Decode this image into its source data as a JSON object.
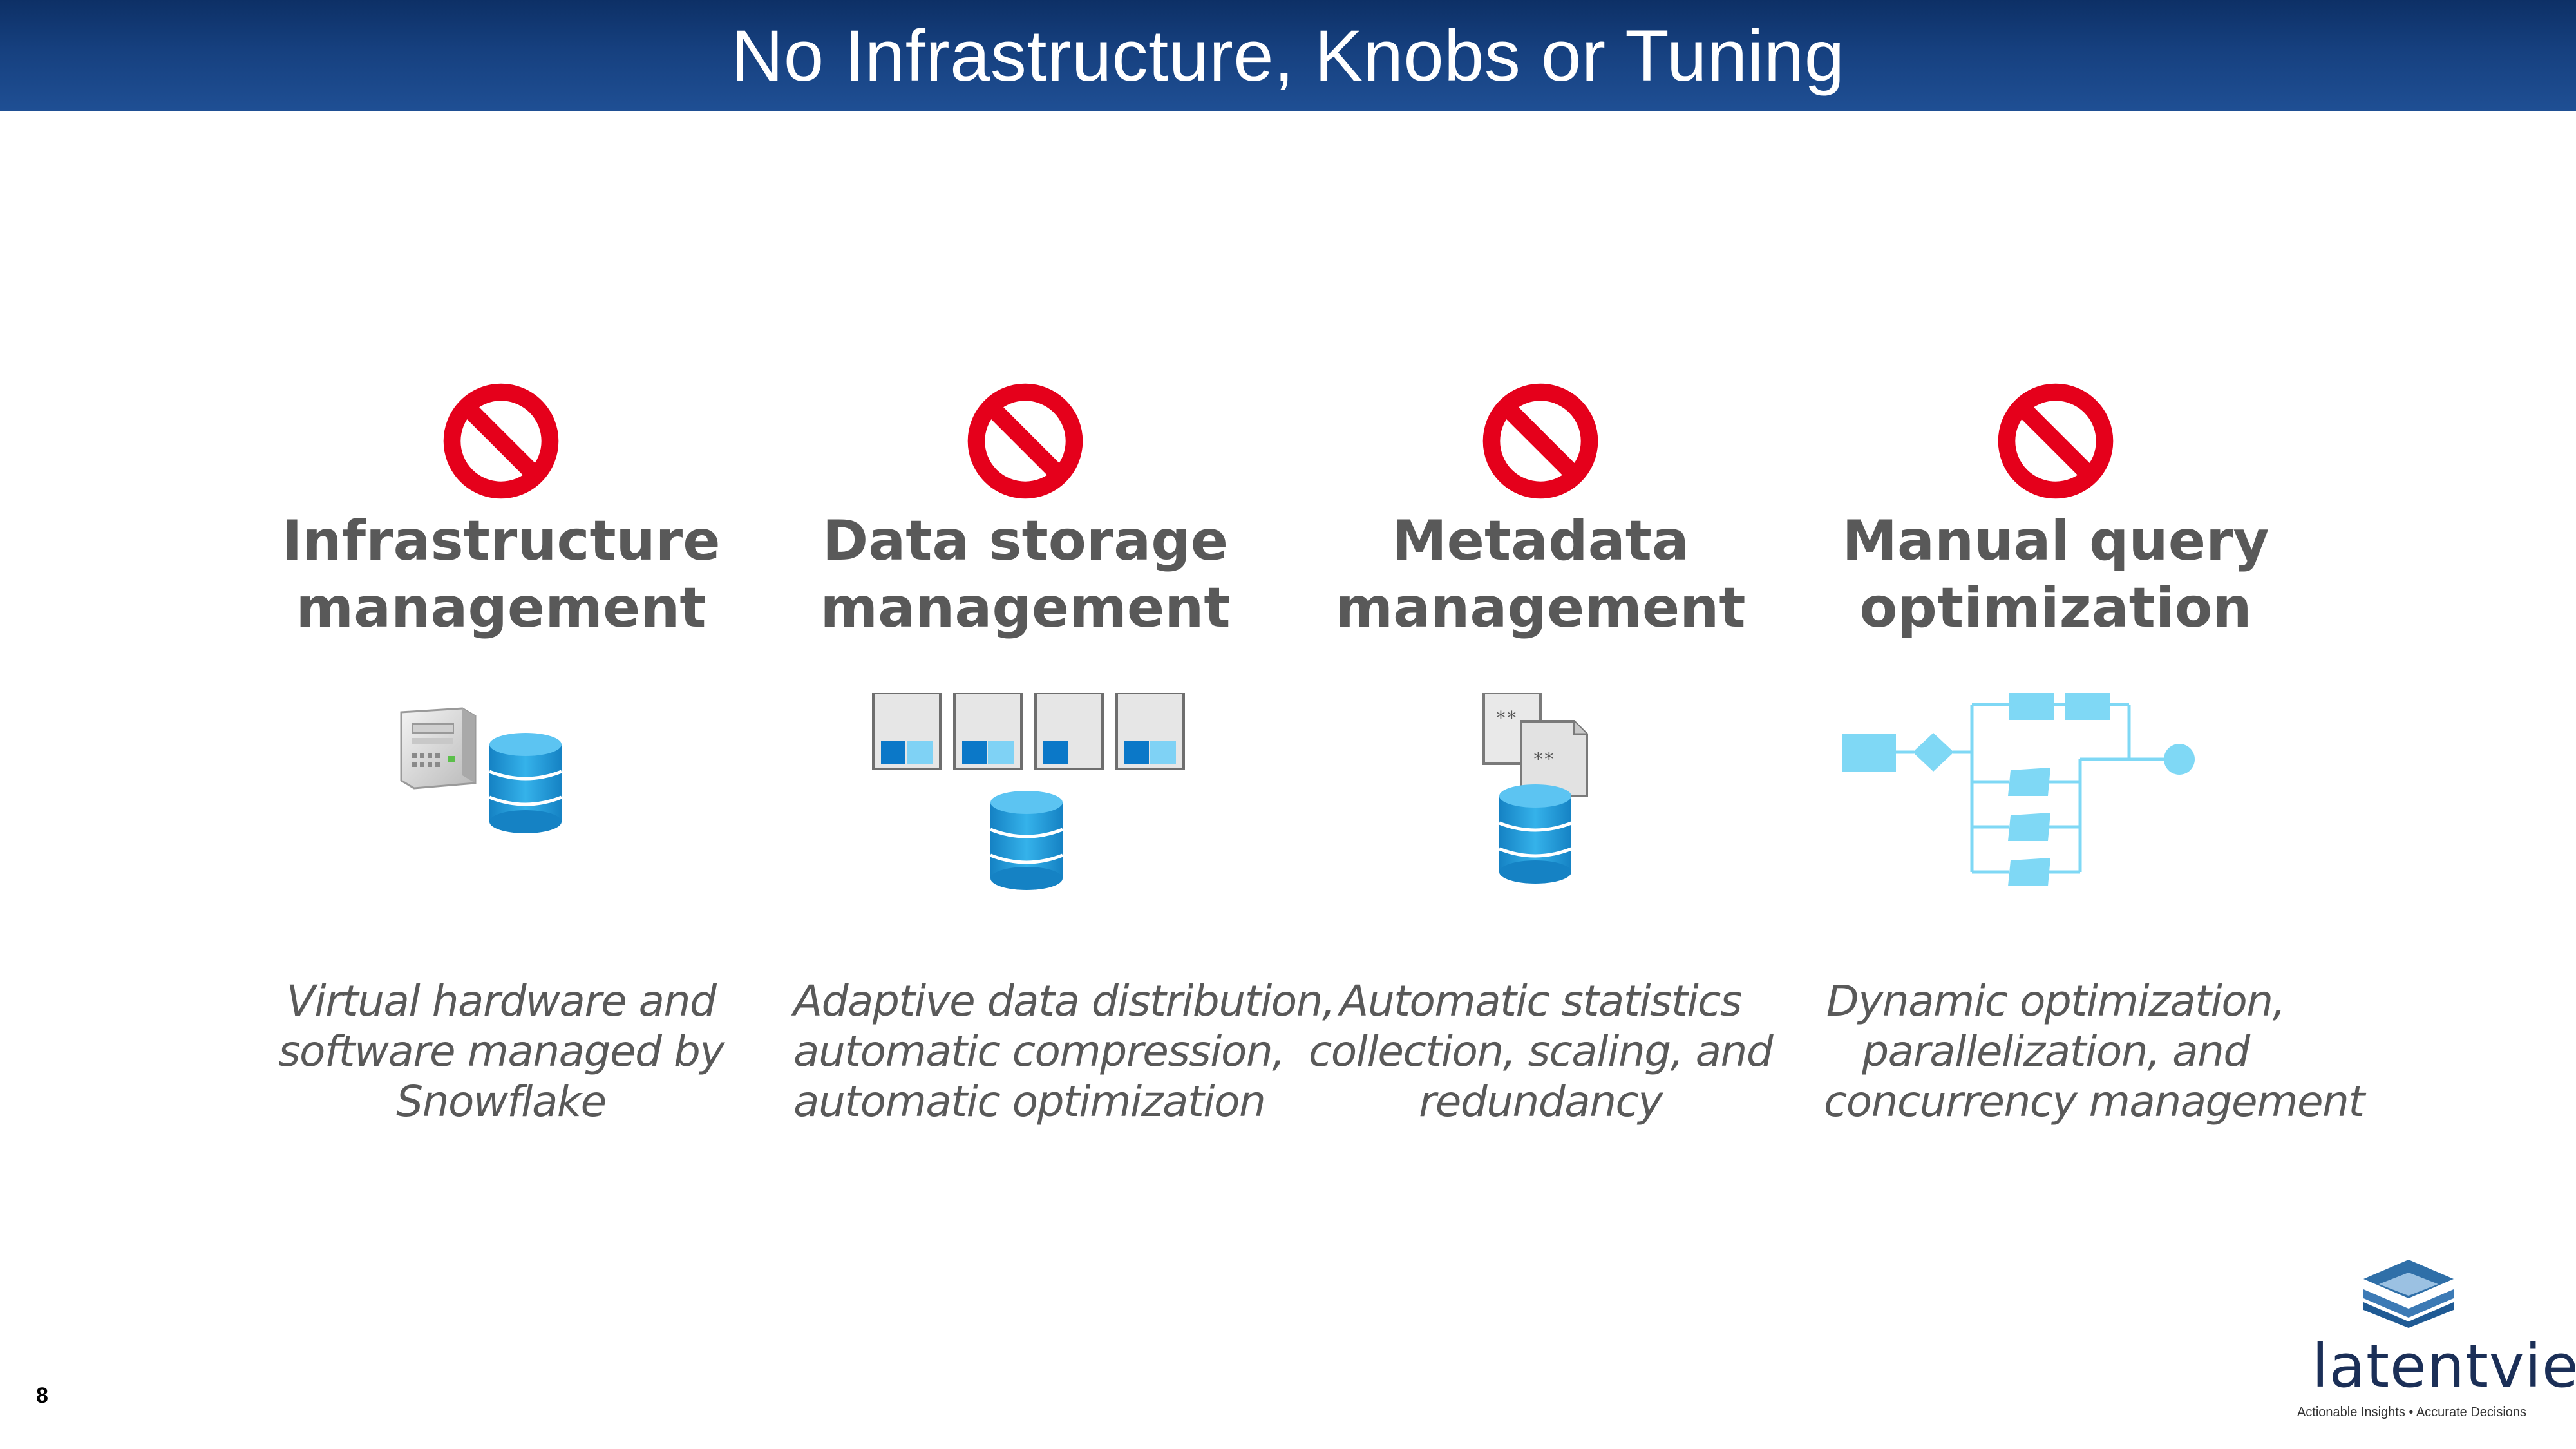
{
  "slide": {
    "title": "No Infrastructure, Knobs or Tuning",
    "page_number": "8"
  },
  "columns": [
    {
      "heading": [
        "Infrastructure",
        "management"
      ],
      "description": [
        "Virtual hardware and",
        "software managed by",
        "Snowflake"
      ],
      "icons": [
        "no-entry-icon",
        "server-icon",
        "database-icon"
      ]
    },
    {
      "heading": [
        "Data storage",
        "management"
      ],
      "description": [
        "Adaptive data distribution,",
        "automatic compression,",
        "automatic optimization"
      ],
      "icons": [
        "no-entry-icon",
        "storage-block-icon",
        "database-icon"
      ]
    },
    {
      "heading": [
        "Metadata",
        "management"
      ],
      "description": [
        "Automatic statistics",
        "collection, scaling, and",
        "redundancy"
      ],
      "icons": [
        "no-entry-icon",
        "document-icon",
        "database-icon"
      ]
    },
    {
      "heading": [
        "Manual query",
        "optimization"
      ],
      "description": [
        "Dynamic optimization,",
        "parallelization, and",
        "concurrency management"
      ],
      "icons": [
        "no-entry-icon",
        "flowchart-icon"
      ]
    }
  ],
  "logo": {
    "word": "latentview",
    "tagline": "Actionable Insights • Accurate Decisions",
    "icon": "stacked-layers-logo-icon"
  },
  "colors": {
    "title_bar": "#16407f",
    "no_sign_red": "#e5001b",
    "heading_gray": "#595959",
    "db_blue": "#1a9ad6",
    "flow_cyan": "#7fd8f5"
  }
}
